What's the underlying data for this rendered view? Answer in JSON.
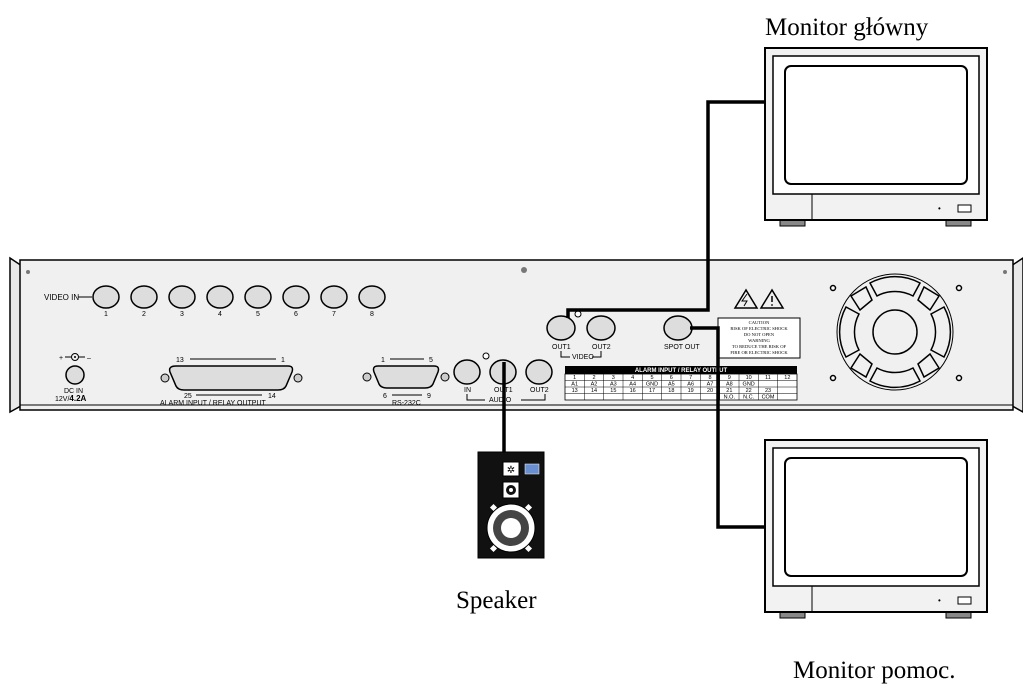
{
  "labels": {
    "main_monitor": "Monitor główny",
    "aux_monitor": "Monitor pomoc.",
    "speaker": "Speaker"
  },
  "panel": {
    "video_in": "VIDEO IN",
    "channels": [
      "1",
      "2",
      "3",
      "4",
      "5",
      "6",
      "7",
      "8"
    ],
    "dc_in": "DC IN",
    "dc_rating_prefix": "12V/",
    "dc_rating_value": "4.2A",
    "alarm_pin_13": "13",
    "alarm_pin_1": "1",
    "alarm_pin_25": "25",
    "alarm_pin_14": "14",
    "alarm_label": "ALARM INPUT / RELAY OUTPUT",
    "rs_pin_1": "1",
    "rs_pin_5": "5",
    "rs_pin_6": "6",
    "rs_pin_9": "9",
    "rs232": "RS-232C",
    "audio_in": "IN",
    "audio_out1": "OUT1",
    "audio_out2": "OUT2",
    "audio": "AUDIO",
    "video_out1": "OUT1",
    "video_out2": "OUT2",
    "video": "VIDEO",
    "spot_out": "SPOT OUT",
    "caution_lines": [
      "CAUTION",
      "RISK OF ELECTRIC SHOCK",
      "DO NOT OPEN",
      "WARNING",
      "TO REDUCE THE RISK OF",
      "FIRE OR ELECTRIC SHOCK"
    ],
    "table_title": "ALARM INPUT / RELAY OUTPUT",
    "table_rows": [
      [
        "1",
        "2",
        "3",
        "4",
        "5",
        "6",
        "7",
        "8",
        "9",
        "10",
        "11",
        "12"
      ],
      [
        "A1",
        "A2",
        "A3",
        "A4",
        "GND",
        "A5",
        "A6",
        "A7",
        "A8",
        "GND",
        "",
        ""
      ],
      [
        "13",
        "14",
        "15",
        "16",
        "17",
        "18",
        "19",
        "20",
        "21",
        "22",
        "23",
        ""
      ],
      [
        "",
        "",
        "",
        "",
        "",
        "",
        "",
        "",
        "N.O.",
        "N.C.",
        "COM",
        ""
      ]
    ]
  }
}
